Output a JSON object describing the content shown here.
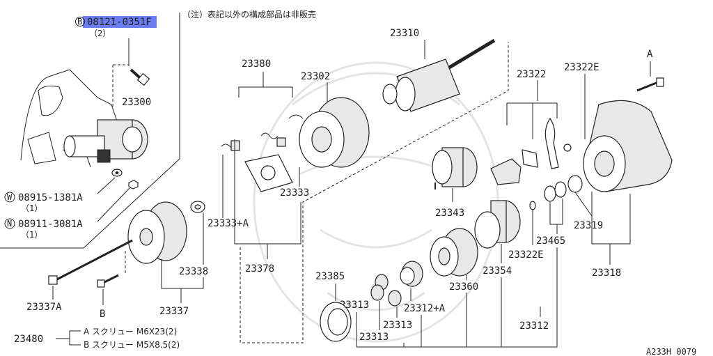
{
  "note": "（注）表記以外の構成部品は非販売",
  "highlight_color": "#6a7cf0",
  "bolt_label": {
    "circle": "B",
    "number": "08121-0351F",
    "qty": "（2）"
  },
  "washer_label": {
    "circle": "W",
    "number": "08915-1381A",
    "qty": "（1）"
  },
  "nut_label": {
    "circle": "N",
    "number": "08911-3081A",
    "qty": "（1）"
  },
  "labels": {
    "p23300": "23300",
    "p23380": "23380",
    "p23302": "23302",
    "p23310": "23310",
    "p23322": "23322",
    "p23322E_top": "23322E",
    "a_top": "A",
    "p23333": "23333",
    "p23333A": "23333+A",
    "p23378": "23378",
    "p23343": "23343",
    "p23338": "23338",
    "p23337A": "23337A",
    "p23337": "23337",
    "b_bottom": "B",
    "p23319": "23319",
    "p23465": "23465",
    "p23322E_mid": "23322E",
    "p23318": "23318",
    "p23354": "23354",
    "p23385": "23385",
    "p23313_a": "23313",
    "p23360": "23360",
    "p23312A": "23312+A",
    "p23313_b": "23313",
    "p23313_c": "23313",
    "p23312": "23312"
  },
  "screw_legend": {
    "number": "23480",
    "line_a": "A  スクリュー  M6X23(2)",
    "line_b": "B  スクリュー  M5X8.5(2)"
  },
  "figure_code": "A233H 0079"
}
